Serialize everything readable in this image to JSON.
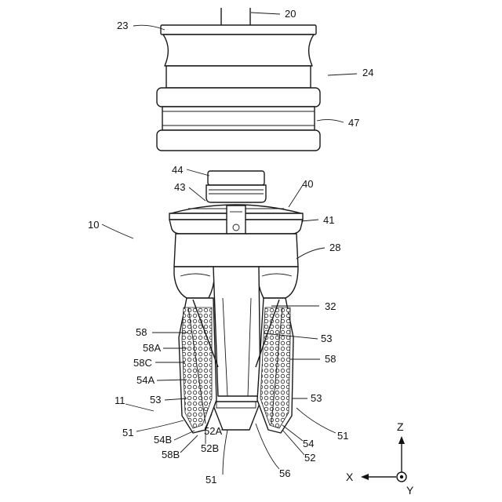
{
  "labels": {
    "l20": "20",
    "l23": "23",
    "l24": "24",
    "l47": "47",
    "l44": "44",
    "l43": "43",
    "l40": "40",
    "l41": "41",
    "l10": "10",
    "l28": "28",
    "l32": "32",
    "l58a": "58",
    "l58A": "58A",
    "l58C": "58C",
    "l54A": "54A",
    "l53a": "53",
    "l53b": "53",
    "l58b": "58",
    "l53c": "53",
    "l11": "11",
    "l51a": "51",
    "l54B": "54B",
    "l52A": "52A",
    "l58B": "58B",
    "l52B": "52B",
    "l54": "54",
    "l52": "52",
    "l51b": "51",
    "l51c": "51",
    "l56": "56"
  },
  "axes": {
    "z": "Z",
    "x": "X",
    "y": "Y"
  }
}
